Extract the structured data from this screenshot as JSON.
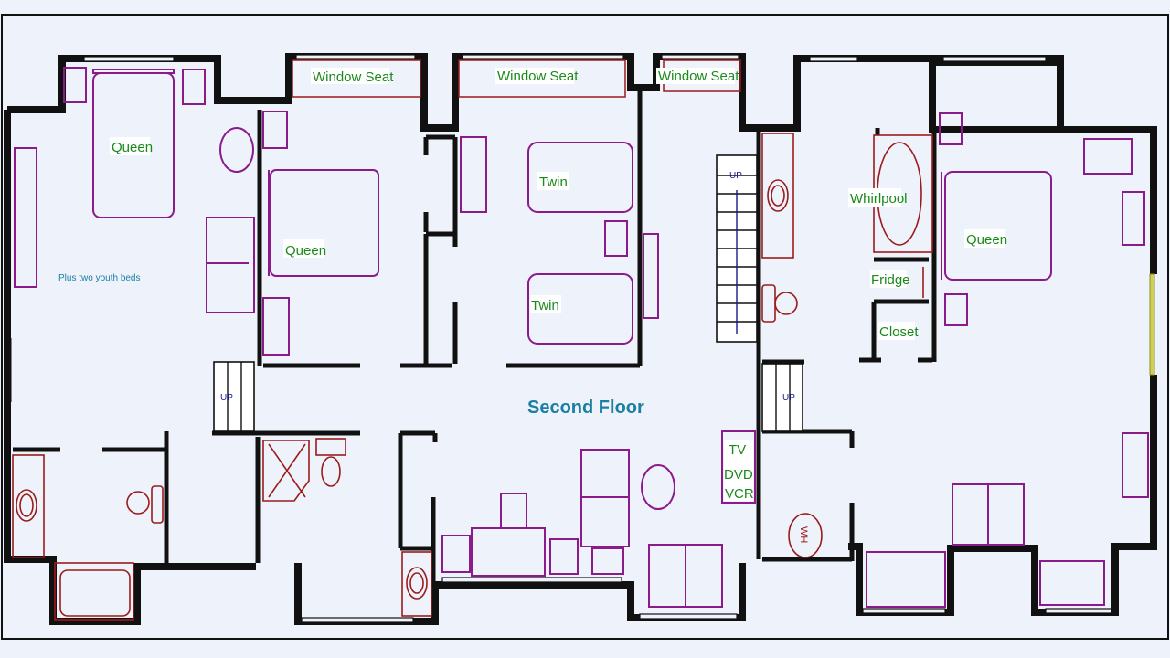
{
  "plan": {
    "title": "Second Floor",
    "note": "Plus two youth beds",
    "labels": {
      "queen_1": "Queen",
      "queen_2": "Queen",
      "queen_3": "Queen",
      "twin_1": "Twin",
      "twin_2": "Twin",
      "window_seat_1": "Window Seat",
      "window_seat_2": "Window Seat",
      "window_seat_3": "Window Seat",
      "whirlpool": "Whirlpool",
      "fridge": "Fridge",
      "closet": "Closet",
      "tv": "TV",
      "dvd": "DVD",
      "vcr": "VCR",
      "water_heater": "WH"
    },
    "stairs": {
      "main_up": "UP",
      "left_up": "UP",
      "right_up": "UP"
    }
  },
  "colors": {
    "background": "#eef2fb",
    "walls": "#111111",
    "furniture": "#8b1a8b",
    "fixtures": "#9b1b1b",
    "room_labels": "#1a8a1a",
    "title": "#1a7fa3"
  }
}
